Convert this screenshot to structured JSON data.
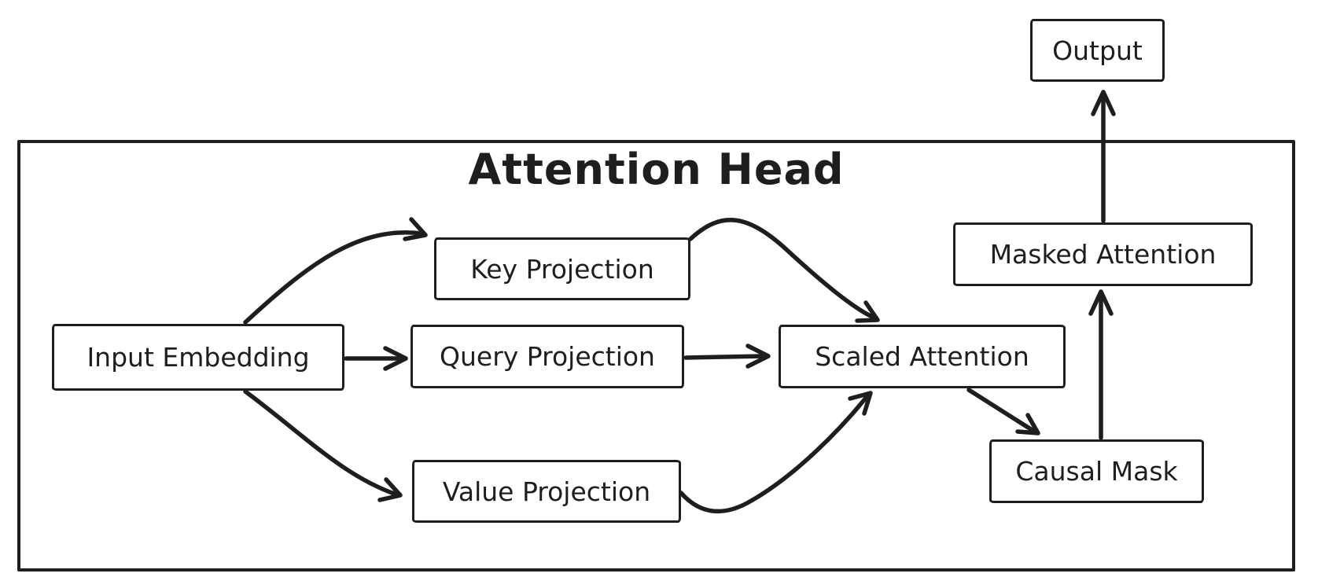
{
  "diagram": {
    "title": "Attention Head",
    "colors": {
      "stroke": "#1e1e1e",
      "background": "#ffffff"
    },
    "nodes": {
      "output": {
        "label": "Output"
      },
      "input_embedding": {
        "label": "Input Embedding"
      },
      "key_projection": {
        "label": "Key Projection"
      },
      "query_projection": {
        "label": "Query Projection"
      },
      "value_projection": {
        "label": "Value Projection"
      },
      "scaled_attention": {
        "label": "Scaled Attention"
      },
      "masked_attention": {
        "label": "Masked Attention"
      },
      "causal_mask": {
        "label": "Causal Mask"
      }
    },
    "edges": [
      {
        "from": "Input Embedding",
        "to": "Key Projection"
      },
      {
        "from": "Input Embedding",
        "to": "Query Projection"
      },
      {
        "from": "Input Embedding",
        "to": "Value Projection"
      },
      {
        "from": "Key Projection",
        "to": "Scaled Attention"
      },
      {
        "from": "Query Projection",
        "to": "Scaled Attention"
      },
      {
        "from": "Value Projection",
        "to": "Scaled Attention"
      },
      {
        "from": "Scaled Attention",
        "to": "Causal Mask"
      },
      {
        "from": "Causal Mask",
        "to": "Masked Attention"
      },
      {
        "from": "Masked Attention",
        "to": "Output"
      }
    ]
  }
}
